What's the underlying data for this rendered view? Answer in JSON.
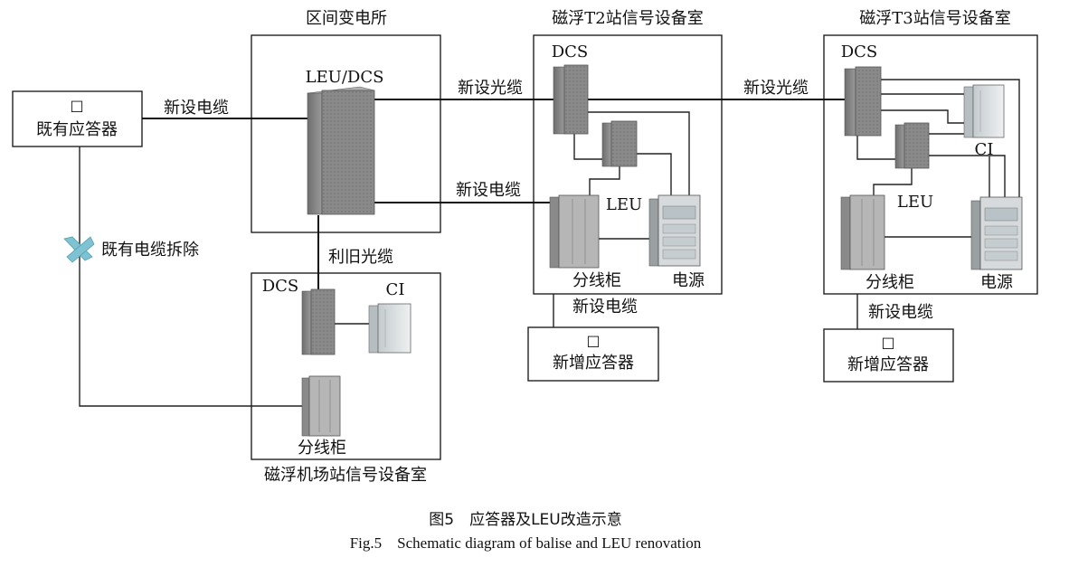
{
  "stations": {
    "substation": "区间变电所",
    "t2": "磁浮T2站信号设备室",
    "t3": "磁浮T3站信号设备室",
    "airport": "磁浮机场站信号设备室"
  },
  "devices": {
    "existing_balise": "既有应答器",
    "balise_marker": "□",
    "leu_dcs": "LEU/DCS",
    "dcs": "DCS",
    "ci": "CI",
    "leu": "LEU",
    "power": "电源",
    "distribution_cabinet": "分线柜",
    "new_balise": "新增应答器"
  },
  "links": {
    "new_cable": "新设电缆",
    "new_fiber": "新设光缆",
    "reuse_fiber": "利旧光缆",
    "existing_cable_removed": "既有电缆拆除"
  },
  "caption": {
    "cn": "图5　应答器及LEU改造示意",
    "en": "Fig.5　Schematic diagram of balise and LEU renovation"
  },
  "colors": {
    "cabinet_dark": "#8e8e8e",
    "cabinet_light": "#c8c8c8",
    "ci_body": "#dfe4e6",
    "power_body": "#d4d8da",
    "removed_mark": "#7fc3d2"
  }
}
